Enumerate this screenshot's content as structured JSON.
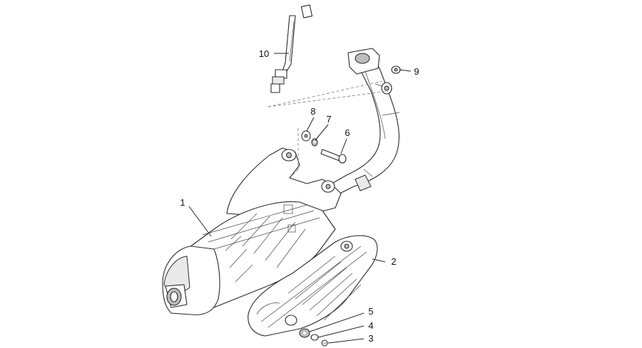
{
  "callouts": [
    {
      "number": "1",
      "part": "muffler-silencer"
    },
    {
      "number": "2",
      "part": "heat-shield"
    },
    {
      "number": "3",
      "part": "screw"
    },
    {
      "number": "4",
      "part": "washer"
    },
    {
      "number": "5",
      "part": "grommet"
    },
    {
      "number": "6",
      "part": "bolt"
    },
    {
      "number": "7",
      "part": "spring-washer"
    },
    {
      "number": "8",
      "part": "flat-washer"
    },
    {
      "number": "9",
      "part": "flange-nut"
    },
    {
      "number": "10",
      "part": "lambda-sensor"
    }
  ]
}
